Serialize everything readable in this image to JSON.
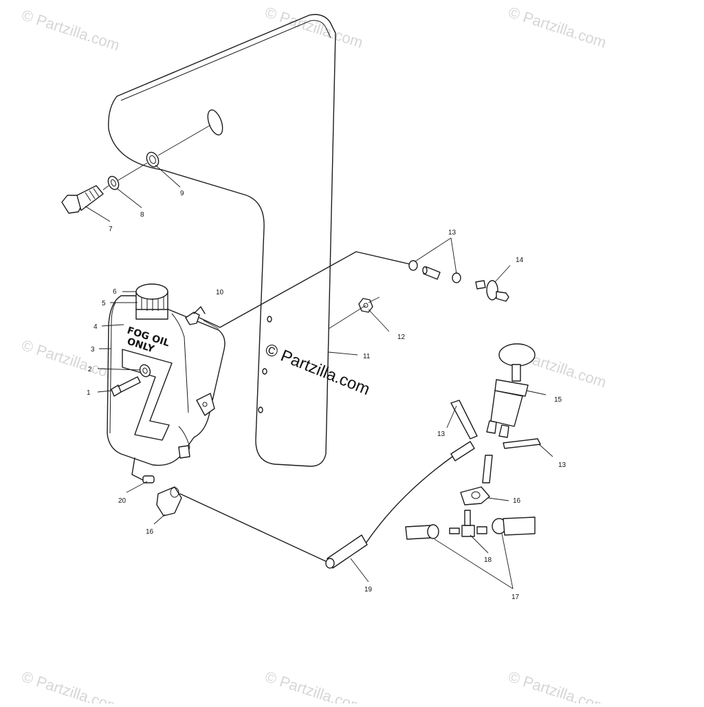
{
  "watermark": {
    "text": "© Partzilla.com",
    "center_text": "© Partzilla.com"
  },
  "tank_label": {
    "line1": "FOG OIL",
    "line2": "ONLY"
  },
  "callouts": {
    "c1": "1",
    "c2": "2",
    "c3": "3",
    "c4": "4",
    "c5": "5",
    "c6": "6",
    "c7": "7",
    "c8": "8",
    "c9": "9",
    "c10": "10",
    "c11": "11",
    "c12": "12",
    "c13a": "13",
    "c13b": "13",
    "c13c": "13",
    "c14": "14",
    "c15": "15",
    "c16a": "16",
    "c16b": "16",
    "c17": "17",
    "c18": "18",
    "c19": "19",
    "c20": "20"
  }
}
